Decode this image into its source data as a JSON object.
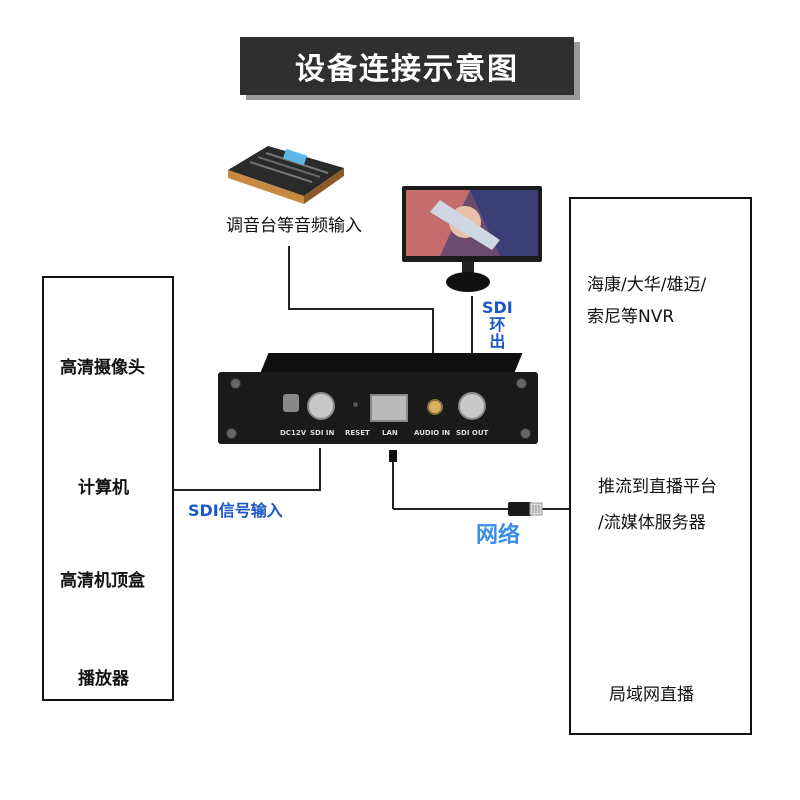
{
  "title": "设备连接示意图",
  "left_panel": {
    "items": [
      {
        "label": "高清摄像头",
        "icon": "camera-icon"
      },
      {
        "label": "计算机",
        "icon": "computer-icon"
      },
      {
        "label": "高清机顶盒",
        "icon": "settop-box-icon"
      },
      {
        "label": "播放器",
        "icon": "player-icon"
      }
    ]
  },
  "right_panel": {
    "nvr_label_line1": "海康/大华/雄迈/",
    "nvr_label_line2": "索尼等NVR",
    "stream_label_line1": "推流到直播平台",
    "stream_label_line2": "/流媒体服务器",
    "lan_label": "局域网直播"
  },
  "mixer_label": "调音台等音频输入",
  "sdi_loop_label_line1": "SDI",
  "sdi_loop_label_line2": "环",
  "sdi_loop_label_line3": "出",
  "sdi_input_label": "SDI信号输入",
  "network_label": "网络",
  "device": {
    "ports": [
      "DC12V",
      "SDI IN",
      "RESET",
      "LAN",
      "AUDIO IN",
      "SDI OUT"
    ]
  },
  "colors": {
    "accent_blue": "#1a56c8",
    "title_bg": "#2f2f2f"
  }
}
